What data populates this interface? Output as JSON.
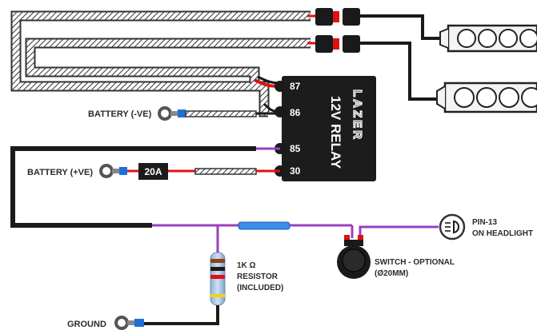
{
  "relay": {
    "brand": "LAZER",
    "title": "12V RELAY",
    "pins": [
      "87",
      "86",
      "85",
      "30"
    ]
  },
  "labels": {
    "battery_neg": "BATTERY (-VE)",
    "battery_pos": "BATTERY (+VE)",
    "fuse": "20A",
    "resistor": [
      "1K Ω",
      "RESISTOR",
      "(INCLUDED)"
    ],
    "switch": [
      "SWITCH - OPTIONAL",
      "(Ø20MM)"
    ],
    "headlight": [
      "PIN-13",
      "ON HEADLIGHT"
    ],
    "ground": "GROUND"
  },
  "colors": {
    "wire_black": "#1a1a1a",
    "wire_red": "#e01010",
    "wire_purple": "#9a3fc0",
    "sheath_outline": "#333333",
    "relay_body": "#1c1c1c",
    "connector_blue": "#1e6fd8",
    "fuse_holder_blue": "#3a8ee6"
  },
  "icons": [
    "ring-terminal-icon",
    "headlight-icon",
    "switch-icon",
    "resistor-icon",
    "light-bar-icon"
  ]
}
